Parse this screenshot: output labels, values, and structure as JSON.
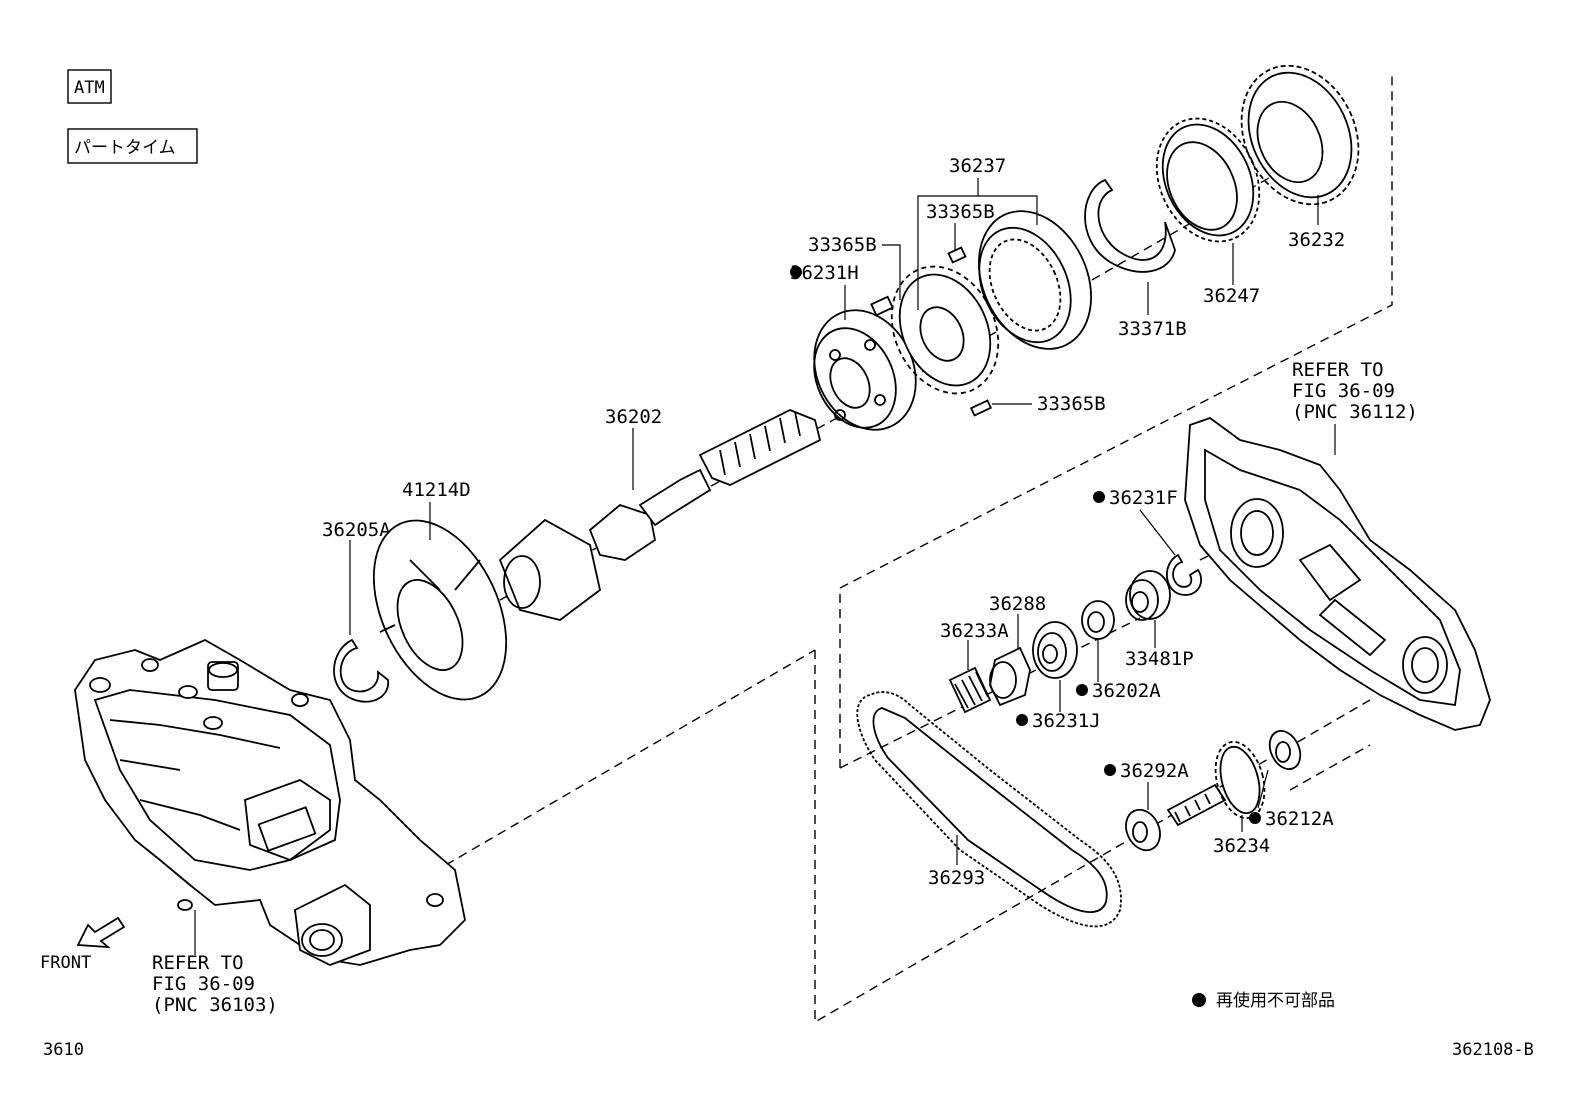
{
  "tags": {
    "atm": "ATM",
    "parttime": "パートタイム"
  },
  "parts": {
    "p36237": "36237",
    "p33365B_top": "33365B",
    "p33365B_left": "33365B",
    "p36231H": "36231H",
    "p33365B_bottom": "33365B",
    "p33371B": "33371B",
    "p36247": "36247",
    "p36232": "36232",
    "p36202": "36202",
    "p41214D": "41214D",
    "p36205A": "36205A",
    "p36231F": "36231F",
    "p36288": "36288",
    "p36233A": "36233A",
    "p33481P": "33481P",
    "p36202A": "36202A",
    "p36231J": "36231J",
    "p36292A": "36292A",
    "p36212A": "36212A",
    "p36234": "36234",
    "p36293": "36293"
  },
  "refer_right": {
    "line1": "REFER TO",
    "line2": "FIG 36-09",
    "line3": "(PNC 36112)"
  },
  "refer_left": {
    "line1": "REFER TO",
    "line2": "FIG 36-09",
    "line3": "(PNC 36103)"
  },
  "front_label": "FRONT",
  "legend_note": "再使用不可部品",
  "page_code": "3610",
  "figure_code": "362108-B"
}
